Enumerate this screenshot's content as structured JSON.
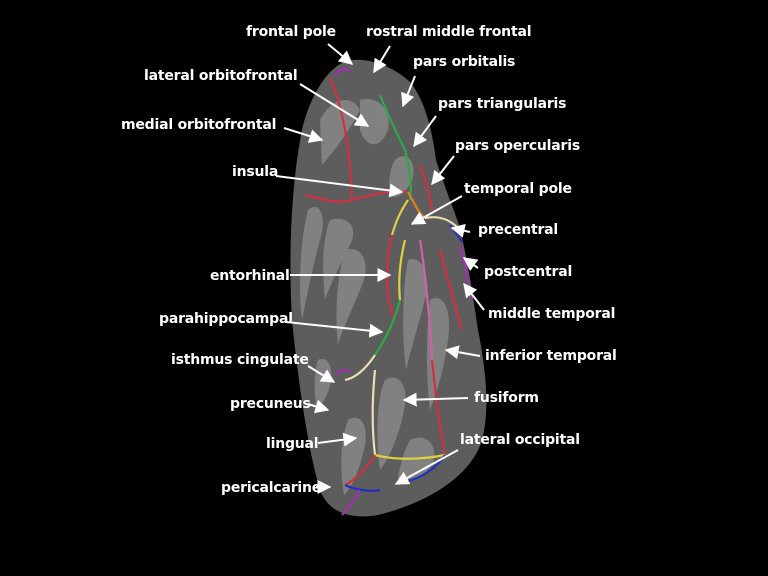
{
  "labels": {
    "frontal_pole": "frontal pole",
    "rostral_middle_frontal": "rostral middle frontal",
    "lateral_orbitofrontal": "lateral orbitofrontal",
    "pars_orbitalis": "pars orbitalis",
    "pars_triangularis": "pars triangularis",
    "medial_orbitofrontal": "medial orbitofrontal",
    "pars_opercularis": "pars opercularis",
    "insula": "insula",
    "temporal_pole": "temporal pole",
    "precentral": "precentral",
    "entorhinal": "entorhinal",
    "postcentral": "postcentral",
    "middle_temporal": "middle temporal",
    "parahippocampal": "parahippocampal",
    "inferior_temporal": "inferior temporal",
    "isthmus_cingulate": "isthmus cingulate",
    "fusiform": "fusiform",
    "precuneus": "precuneus",
    "lingual": "lingual",
    "lateral_occipital": "lateral occipital",
    "pericalcarine": "pericalcarine"
  },
  "colors": {
    "background": "#000000",
    "cortex_base": "#5d5d5d",
    "sulci": "#8a8a8a",
    "label_text": "#ffffff",
    "arrow": "#ffffff",
    "boundary_red": "#d23040",
    "boundary_green": "#2fa84a",
    "boundary_purple": "#a030b0",
    "boundary_blue": "#2030c0",
    "boundary_yellow": "#e0d040",
    "boundary_orange": "#e08020",
    "boundary_pink": "#d060b0",
    "boundary_cream": "#e8e0b0"
  }
}
